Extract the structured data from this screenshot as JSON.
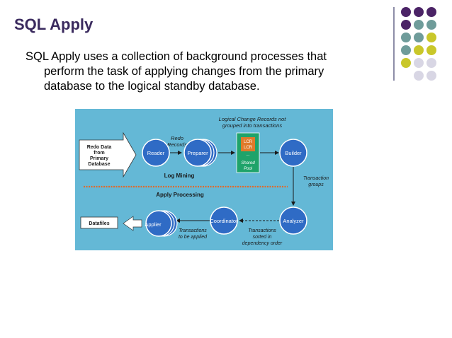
{
  "slide": {
    "title": "SQL Apply",
    "body_lines": [
      "SQL Apply uses a collection of background processes that",
      "perform the task of applying changes from the primary",
      "database to the logical standby database."
    ]
  },
  "colors": {
    "title": "#3a2a5e",
    "dot_purple": "#4b2366",
    "dot_teal": "#6f9c9a",
    "dot_yellow": "#c9c72a",
    "dot_lavender": "#d8d6e4",
    "diagram_bg": "#64b8d6",
    "process_blue": "#2f6bc5",
    "lcr_green": "#1fa36a"
  },
  "diagram": {
    "lcr_header_line1": "Logical Change Records not",
    "lcr_header_line2": "grouped into transactions",
    "redo_data_line1": "Redo Data",
    "redo_data_line2": "from",
    "redo_data_line3": "Primary",
    "redo_data_line4": "Database",
    "redo_records_line1": "Redo",
    "redo_records_line2": "Records",
    "reader": "Reader",
    "preparer": "Preparer",
    "lcr_1": "LCR",
    "lcr_2": "LCR",
    "lcr_dots": "...",
    "shared_pool_line1": "Shared",
    "shared_pool_line2": "Pool",
    "builder": "Builder",
    "log_mining": "Log Mining",
    "transaction_groups_line1": "Transaction",
    "transaction_groups_line2": "groups",
    "apply_processing": "Apply Processing",
    "datafiles": "Datafiles",
    "applier": "Applier",
    "coordinator": "Coordinator",
    "analyzer": "Analyzer",
    "to_be_applied_line1": "Transactions",
    "to_be_applied_line2": "to be applied",
    "sorted_line1": "Transactions",
    "sorted_line2": "sorted in",
    "sorted_line3": "dependency order"
  }
}
